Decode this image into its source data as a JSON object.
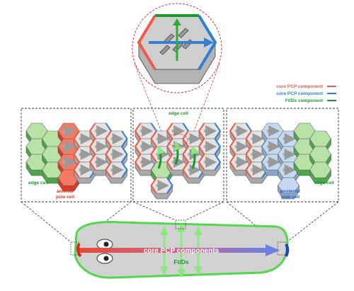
{
  "legend": {
    "items": [
      {
        "label": "core PCP component",
        "color": "#f05a46"
      },
      {
        "label": "core PCP component",
        "color": "#2f7fd6"
      },
      {
        "label": "Ft/Ds component",
        "color": "#1a9a2a"
      }
    ]
  },
  "panels": {
    "left": {
      "edge_label": "edge cell",
      "pole_label_1": "anterior",
      "pole_label_2": "pole cell"
    },
    "middle": {
      "edge_label": "edge cell"
    },
    "right": {
      "edge_label": "edge cell",
      "pole_label_1": "posterior",
      "pole_label_2": "pole cell"
    }
  },
  "embryo": {
    "core_label": "core PCP components",
    "ftds_label": "Ft/Ds"
  },
  "colors": {
    "red": "#f05a46",
    "blue": "#2f7fd6",
    "green": "#1a9a2a",
    "edge_green": "#b8e2a6",
    "cell_gray": "#e3e3e3",
    "pale_red": "#f47a64",
    "pale_blue": "#c5daf0",
    "embryo_fill": "#d2d2d2",
    "embryo_outline": "#52d84a"
  }
}
